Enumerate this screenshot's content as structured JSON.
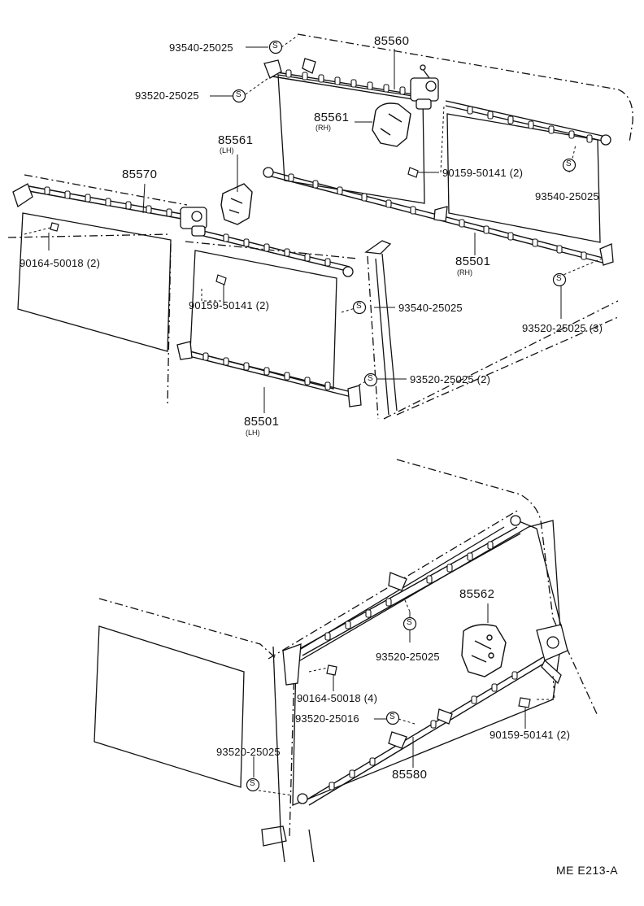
{
  "diagram_code": "ME  E213-A",
  "seal_symbol": "S",
  "labels": {
    "p93540_25025_top": "93540-25025",
    "p85560": "85560",
    "p93520_25025_top": "93520-25025",
    "p85561_rh": "85561",
    "rh_1": "(RH)",
    "p85561_lh": "85561",
    "lh_1": "(LH)",
    "p85570": "85570",
    "p90159_50141_top": "90159-50141 (2)",
    "p93540_25025_right": "93540-25025",
    "p90164_50018_left": "90164-50018 (2)",
    "p85501_rh": "85501",
    "rh_2": "(RH)",
    "p90159_50141_mid": "90159-50141 (2)",
    "p93540_25025_mid": "93540-25025",
    "p93520_25025_3": "93520-25025 (3)",
    "p93520_25025_2": "93520-25025 (2)",
    "p85501_lh": "85501",
    "lh_2": "(LH)",
    "p85562": "85562",
    "p93520_25025_rear": "93520-25025",
    "p90164_50018_4": "90164-50018 (4)",
    "p93520_25016": "93520-25016",
    "p90159_50141_rear": "90159-50141 (2)",
    "p93520_25025_bottom": "93520-25025",
    "p85580": "85580"
  }
}
